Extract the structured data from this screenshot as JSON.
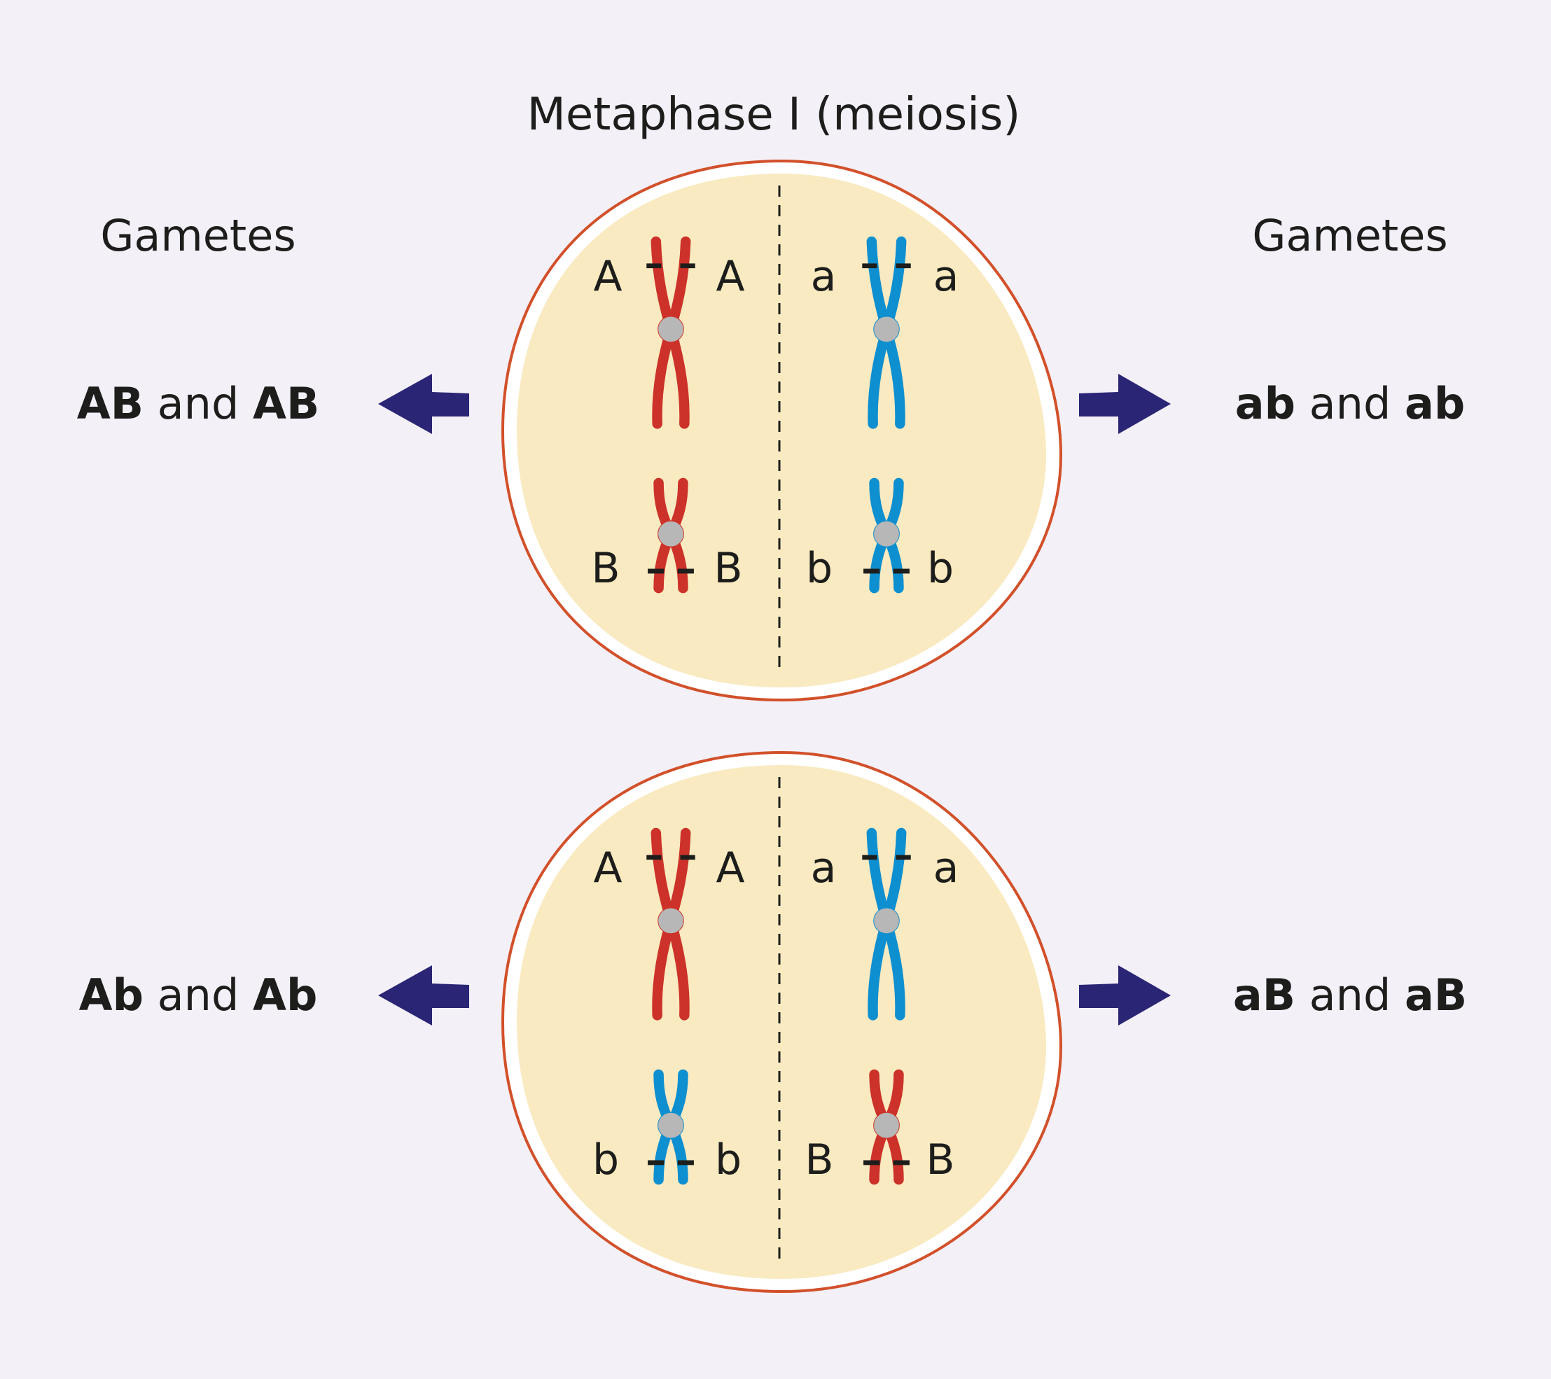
{
  "title": "Metaphase I (meiosis)",
  "gametes_left_heading": "Gametes",
  "gametes_right_heading": "Gametes",
  "colors": {
    "red_chromosome": "#cc3229",
    "blue_chromosome": "#0e8fd0",
    "centromere": "#b7b7b7",
    "cell_fill": "#f9eac1",
    "cell_outline": "#d2502a",
    "arrow": "#2a2574",
    "background": "#f3f0f8"
  },
  "cells": [
    {
      "left_top_alleles": [
        "A",
        "A"
      ],
      "right_top_alleles": [
        "a",
        "a"
      ],
      "left_bottom_alleles": [
        "B",
        "B"
      ],
      "right_bottom_alleles": [
        "b",
        "b"
      ],
      "left_bottom_color": "red",
      "right_bottom_color": "blue",
      "left_result": {
        "g1": "AB",
        "and": "and",
        "g2": "AB"
      },
      "right_result": {
        "g1": "ab",
        "and": "and",
        "g2": "ab"
      }
    },
    {
      "left_top_alleles": [
        "A",
        "A"
      ],
      "right_top_alleles": [
        "a",
        "a"
      ],
      "left_bottom_alleles": [
        "b",
        "b"
      ],
      "right_bottom_alleles": [
        "B",
        "B"
      ],
      "left_bottom_color": "blue",
      "right_bottom_color": "red",
      "left_result": {
        "g1": "Ab",
        "and": "and",
        "g2": "Ab"
      },
      "right_result": {
        "g1": "aB",
        "and": "and",
        "g2": "aB"
      }
    }
  ]
}
